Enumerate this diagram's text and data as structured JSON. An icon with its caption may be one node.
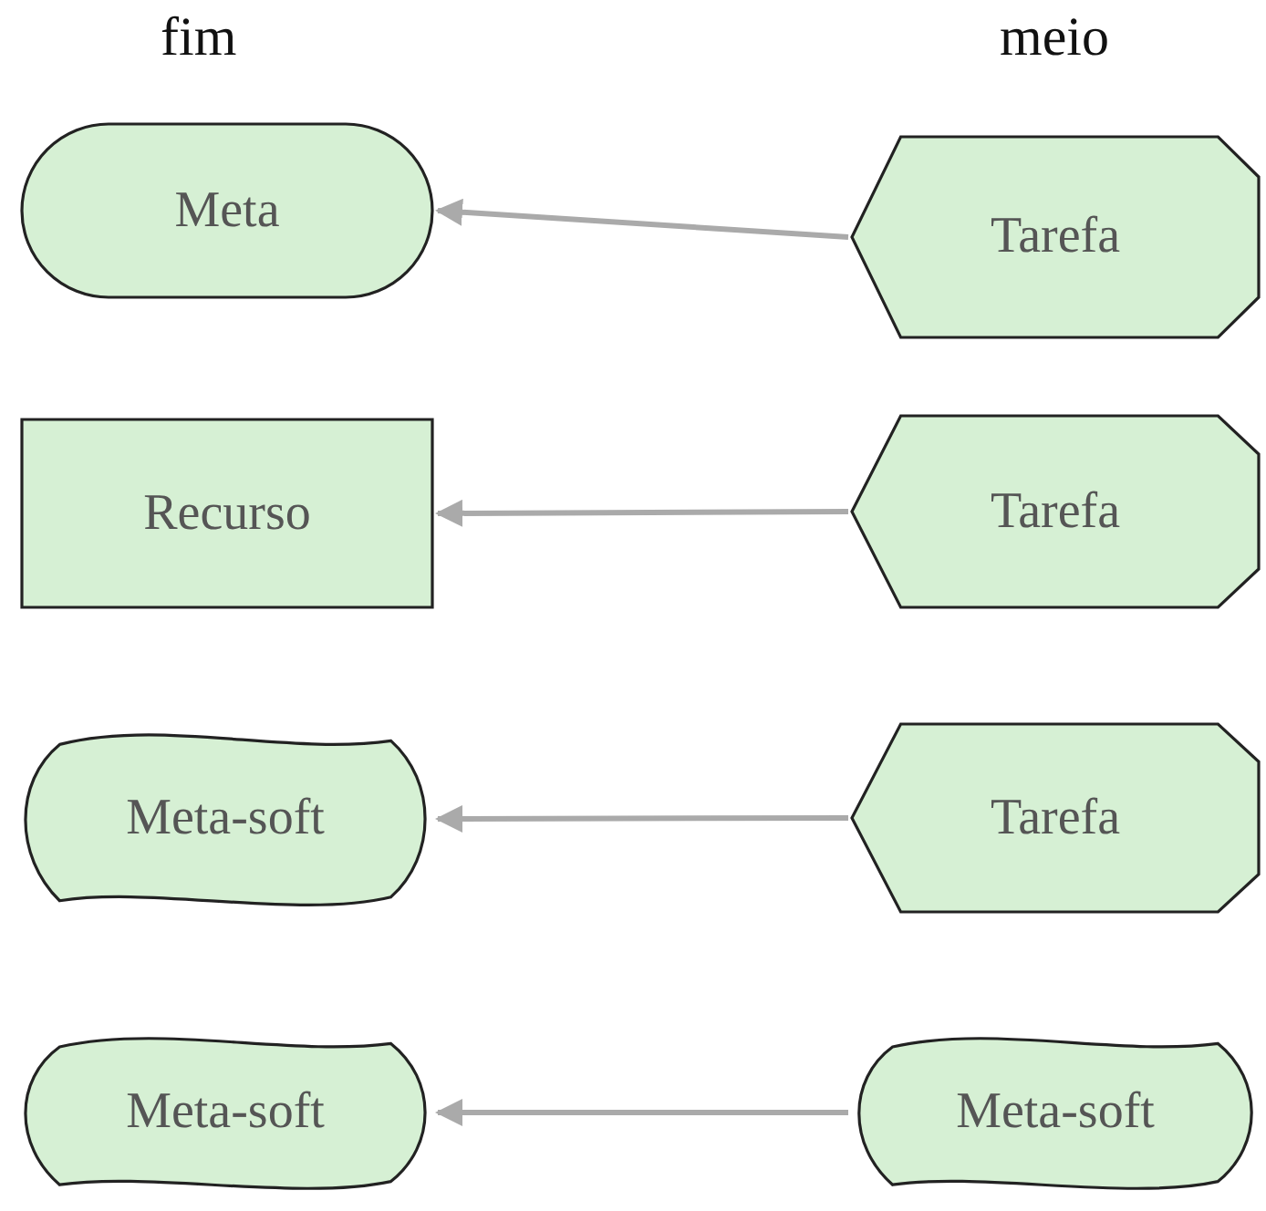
{
  "diagram": {
    "nodes": [
      {
        "text": [
          "Meta"
        ]
      },
      {
        "text": [
          "Tarefa"
        ]
      },
      {
        "text": [
          "Recurso"
        ]
      },
      {
        "text": [
          "Tarefa"
        ]
      },
      {
        "text": [
          "Meta-soft"
        ]
      },
      {
        "text": [
          "Tarefa"
        ]
      },
      {
        "text": [
          "Meta-soft"
        ]
      },
      {
        "text": [
          "Meta-soft"
        ]
      }
    ],
    "edges": [
      {
        "from": 1,
        "to": 0,
        "arrow": "to"
      },
      {
        "from": 3,
        "to": 2,
        "arrow": "to"
      },
      {
        "from": 5,
        "to": 4,
        "arrow": "to"
      },
      {
        "from": 7,
        "to": 6,
        "arrow": "to"
      }
    ],
    "labels": [
      "fim",
      "meio"
    ]
  }
}
